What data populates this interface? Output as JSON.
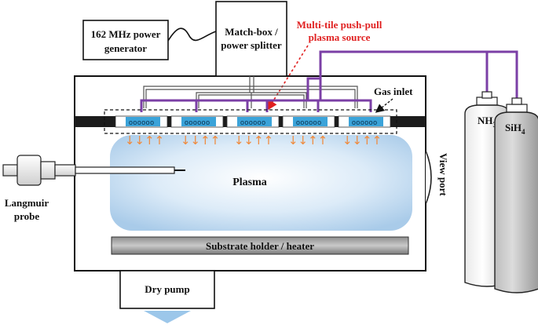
{
  "labels": {
    "power_generator_line1": "162 MHz power",
    "power_generator_line2": "generator",
    "matchbox_line1": "Match-box /",
    "matchbox_line2": "power splitter",
    "source_line1": "Multi-tile push-pull",
    "source_line2": "plasma source",
    "gas_inlet": "Gas inlet",
    "plasma": "Plasma",
    "substrate": "Substrate holder / heater",
    "langmuir_line1": "Langmuir",
    "langmuir_line2": "probe",
    "view_port": "View port",
    "dry_pump": "Dry pump",
    "nh3_main": "NH",
    "nh3_sub": "3",
    "sih4_main": "SiH",
    "sih4_sub": "4"
  },
  "colors": {
    "gas_line": "#7b3fa6",
    "annotation_red": "#e02020",
    "plasma_fill": "#cfe3f4",
    "electrode_blue": "#3ba3d9",
    "flow_arrow": "#f08a3c",
    "pump_arrow": "#9cc7ea"
  },
  "tiles": 5,
  "arrow_groups": [
    "↓↓↑↑",
    "↓↓↑↑",
    "↓↓↑↑",
    "↓↓↑↑",
    "↓↓↑↑"
  ]
}
